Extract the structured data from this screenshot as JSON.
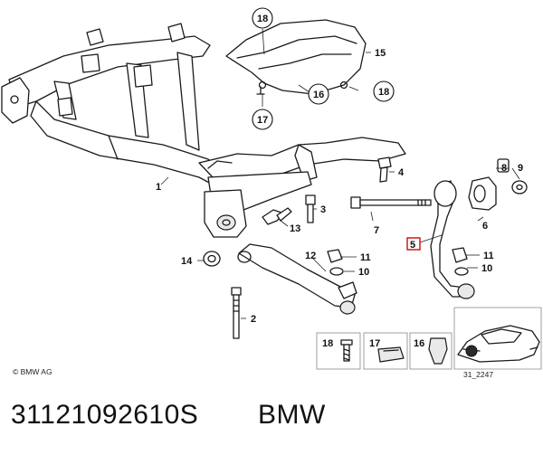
{
  "diagram": {
    "copyright": "© BMW AG",
    "drawing_code": "31_2247",
    "callouts": {
      "c1": "1",
      "c2": "2",
      "c3": "3",
      "c4": "4",
      "c5": "5",
      "c6": "6",
      "c7": "7",
      "c8": "8",
      "c9": "9",
      "c10a": "10",
      "c10b": "10",
      "c11a": "11",
      "c11b": "11",
      "c12": "12",
      "c13": "13",
      "c14": "14",
      "c15": "15",
      "c16": "16",
      "c17": "17",
      "c18a": "18",
      "c18b": "18"
    },
    "legend": {
      "l18": "18",
      "l17": "17",
      "l16": "16"
    },
    "highlight_color": "#d11a1a"
  },
  "footer": {
    "part_number": "31121092610S",
    "make": "BMW"
  }
}
